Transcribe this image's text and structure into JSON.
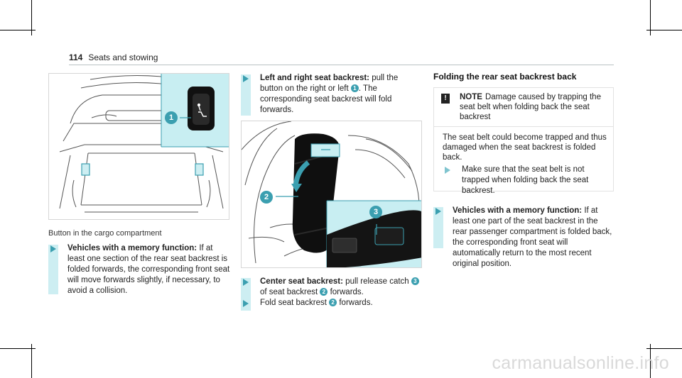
{
  "header": {
    "page_number": "114",
    "title": "Seats and stowing"
  },
  "figure1": {
    "caption": "Button in the cargo compartment",
    "callouts": [
      "1"
    ]
  },
  "left_step": {
    "bold": "Vehicles with a memory function:",
    "text": " If at least one section of the rear seat backrest is folded forwards, the corresponding front seat will move forwards slightly, if necessary, to avoid a collision."
  },
  "mid_step1": {
    "bold": "Left and right seat backrest:",
    "text_a": " pull the button on the right or left ",
    "ref": "1",
    "text_b": ". The corresponding seat backrest will fold forwards."
  },
  "figure2": {
    "callouts": [
      "2",
      "3"
    ]
  },
  "mid_step2": {
    "bold": "Center seat backrest:",
    "text_a": " pull release catch ",
    "ref1": "3",
    "text_b": " of seat backrest ",
    "ref2": "2",
    "text_c": " forwards."
  },
  "mid_step3": {
    "text_a": "Fold seat backrest ",
    "ref": "2",
    "text_b": " forwards."
  },
  "right": {
    "title": "Folding the rear seat backrest back",
    "note": {
      "icon": "!",
      "label": "NOTE",
      "head_text": "Damage caused by trapping the seat belt when folding back the seat backrest",
      "body": "The seat belt could become trapped and thus damaged when the seat backrest is folded back.",
      "step": "Make sure that the seat belt is not trapped when folding back the seat backrest."
    },
    "step": {
      "bold": "Vehicles with a memory function:",
      "text": " If at least one part of the seat backrest in the rear passenger compartment is folded back, the corresponding front seat will automatically return to the most recent original position."
    }
  },
  "watermark": "carmanualsonline.info",
  "colors": {
    "accent": "#3b9fb0",
    "highlight": "#c8eef2",
    "bar": "#cdeef2"
  }
}
